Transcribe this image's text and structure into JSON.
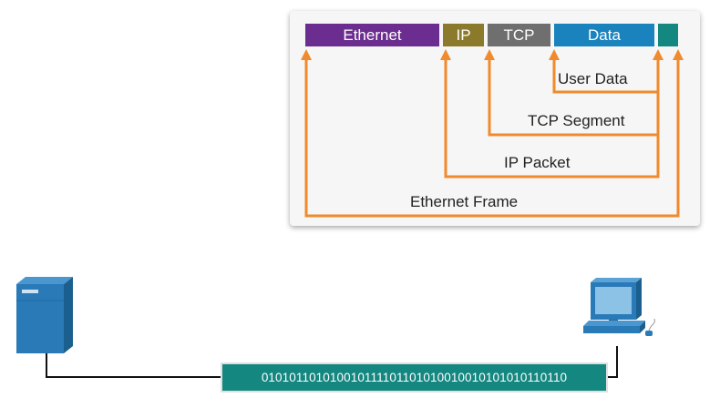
{
  "frame": {
    "segments": [
      {
        "label": "Ethernet",
        "color": "#6b2d8f"
      },
      {
        "label": "IP",
        "color": "#8c7a2c"
      },
      {
        "label": "TCP",
        "color": "#6f6f6f"
      },
      {
        "label": "Data",
        "color": "#1a82bd"
      },
      {
        "label": "",
        "color": "#138780"
      }
    ],
    "labels": {
      "user_data": "User Data",
      "tcp_segment": "TCP Segment",
      "ip_packet": "IP Packet",
      "ethernet_frame": "Ethernet Frame"
    },
    "arrow_color": "#f08a2c"
  },
  "devices": {
    "server_icon": "server-icon",
    "computer_icon": "desktop-computer-icon"
  },
  "transmission": {
    "bits": "010101101010010111101101010010010101010110110"
  }
}
